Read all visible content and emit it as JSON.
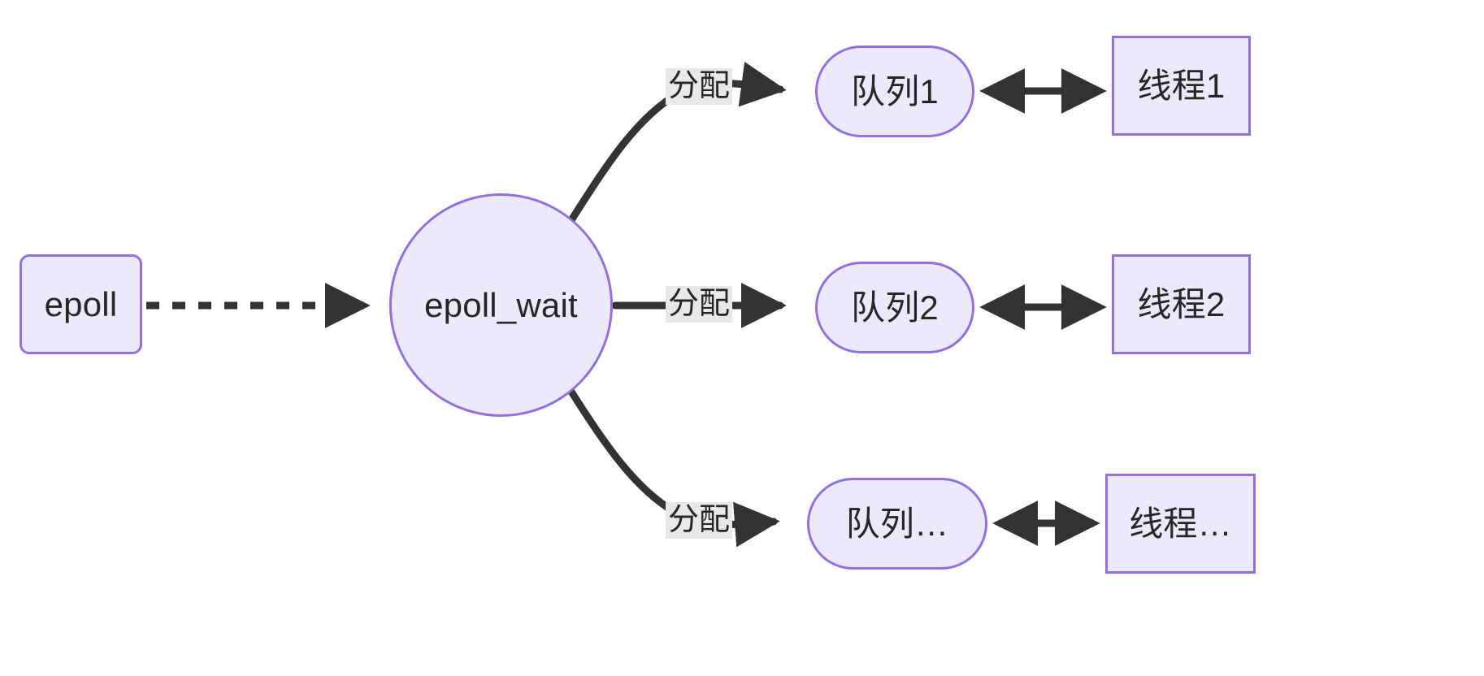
{
  "diagram": {
    "type": "flowchart",
    "direction": "left-to-right",
    "background_color": "#ffffff",
    "node_fill_color": "#ece9fc",
    "node_border_color": "#9370db",
    "edge_color": "#333333",
    "text_color": "#262626",
    "edge_label_background": "#e8e8e8",
    "nodes": [
      {
        "id": "epoll",
        "label": "epoll",
        "shape": "rounded-rect"
      },
      {
        "id": "epoll_wait",
        "label": "epoll_wait",
        "shape": "circle"
      },
      {
        "id": "queue1",
        "label": "队列1",
        "shape": "stadium"
      },
      {
        "id": "queue2",
        "label": "队列2",
        "shape": "stadium"
      },
      {
        "id": "queueN",
        "label": "队列…",
        "shape": "stadium"
      },
      {
        "id": "thread1",
        "label": "线程1",
        "shape": "rect"
      },
      {
        "id": "thread2",
        "label": "线程2",
        "shape": "rect"
      },
      {
        "id": "threadN",
        "label": "线程…",
        "shape": "rect"
      }
    ],
    "edges": [
      {
        "from": "epoll",
        "to": "epoll_wait",
        "label": "",
        "style": "dotted",
        "arrow": "single"
      },
      {
        "from": "epoll_wait",
        "to": "queue1",
        "label": "分配",
        "style": "solid",
        "arrow": "single"
      },
      {
        "from": "epoll_wait",
        "to": "queue2",
        "label": "分配",
        "style": "solid",
        "arrow": "single"
      },
      {
        "from": "epoll_wait",
        "to": "queueN",
        "label": "分配",
        "style": "solid",
        "arrow": "single"
      },
      {
        "from": "queue1",
        "to": "thread1",
        "label": "",
        "style": "solid",
        "arrow": "double"
      },
      {
        "from": "queue2",
        "to": "thread2",
        "label": "",
        "style": "solid",
        "arrow": "double"
      },
      {
        "from": "queueN",
        "to": "threadN",
        "label": "",
        "style": "solid",
        "arrow": "double"
      }
    ],
    "edge_labels": {
      "alloc_1": "分配",
      "alloc_2": "分配",
      "alloc_3": "分配"
    }
  }
}
